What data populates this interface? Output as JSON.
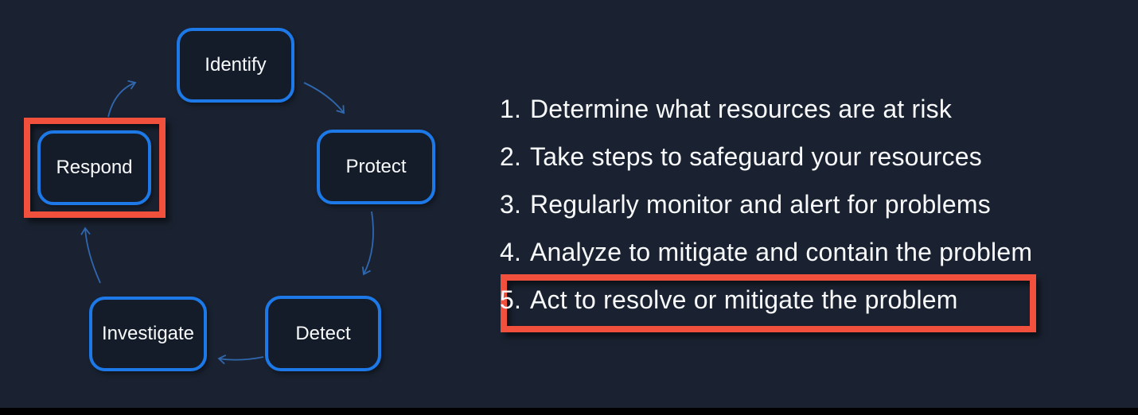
{
  "colors": {
    "background": "#1a2231",
    "node_border": "#1d79e8",
    "node_fill": "#151c29",
    "arrow": "#3068b0",
    "highlight": "#f0503c",
    "text": "#f7f9fa",
    "bottom_bar": "#000000"
  },
  "diagram": {
    "description": "security lifecycle wheel",
    "nodes": [
      {
        "id": "identify",
        "label": "Identify",
        "highlighted": false
      },
      {
        "id": "protect",
        "label": "Protect",
        "highlighted": false
      },
      {
        "id": "detect",
        "label": "Detect",
        "highlighted": false
      },
      {
        "id": "investigate",
        "label": "Investigate",
        "highlighted": false
      },
      {
        "id": "respond",
        "label": "Respond",
        "highlighted": true
      }
    ],
    "edges": [
      {
        "from": "identify",
        "to": "protect"
      },
      {
        "from": "protect",
        "to": "detect"
      },
      {
        "from": "detect",
        "to": "investigate"
      },
      {
        "from": "investigate",
        "to": "respond"
      },
      {
        "from": "respond",
        "to": "identify"
      }
    ]
  },
  "list": {
    "items": [
      {
        "number": "1.",
        "text": "Determine what resources are at risk",
        "highlighted": false
      },
      {
        "number": "2.",
        "text": "Take steps to safeguard your resources",
        "highlighted": false
      },
      {
        "number": "3.",
        "text": "Regularly monitor and alert for problems",
        "highlighted": false
      },
      {
        "number": "4.",
        "text": "Analyze to mitigate and contain the problem",
        "highlighted": false
      },
      {
        "number": "5.",
        "text": "Act to resolve or mitigate the problem",
        "highlighted": true
      }
    ]
  }
}
